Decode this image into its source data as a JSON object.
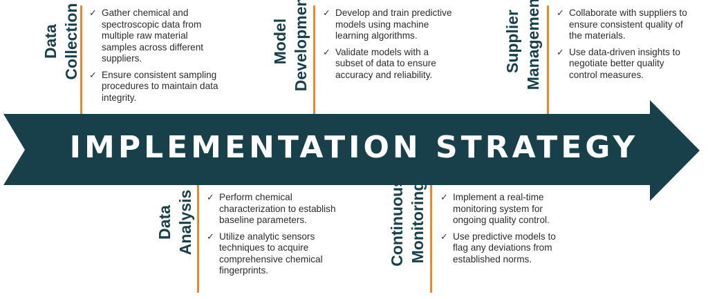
{
  "title": "IMPLEMENTATION STRATEGY",
  "colors": {
    "arrow": "#17404a",
    "accent": "#e8892a",
    "label": "#17404a"
  },
  "icons": {
    "check": "✓"
  },
  "stages": [
    {
      "label_line1": "Data",
      "label_line2": "Collection",
      "bullets": [
        "Gather chemical and spectroscopic data from multiple raw material samples across different suppliers.",
        "Ensure consistent sampling procedures to maintain data integrity."
      ]
    },
    {
      "label_line1": "Model",
      "label_line2": "Development",
      "bullets": [
        "Develop and train predictive models using machine learning algorithms.",
        "Validate models with a subset of data to ensure accuracy and reliability."
      ]
    },
    {
      "label_line1": "Supplier",
      "label_line2": "Management",
      "bullets": [
        "Collaborate with suppliers to ensure consistent quality of the materials.",
        "Use data-driven insights to negotiate better quality control measures."
      ]
    },
    {
      "label_line1": "Data",
      "label_line2": "Analysis",
      "bullets": [
        "Perform chemical characterization to establish baseline parameters.",
        "Utilize analytic sensors techniques to acquire comprehensive chemical fingerprints."
      ]
    },
    {
      "label_line1": "Continuous",
      "label_line2": "Monitoring",
      "bullets": [
        "Implement a real-time monitoring system for ongoing quality control.",
        "Use predictive models to flag any deviations from established norms."
      ]
    }
  ]
}
